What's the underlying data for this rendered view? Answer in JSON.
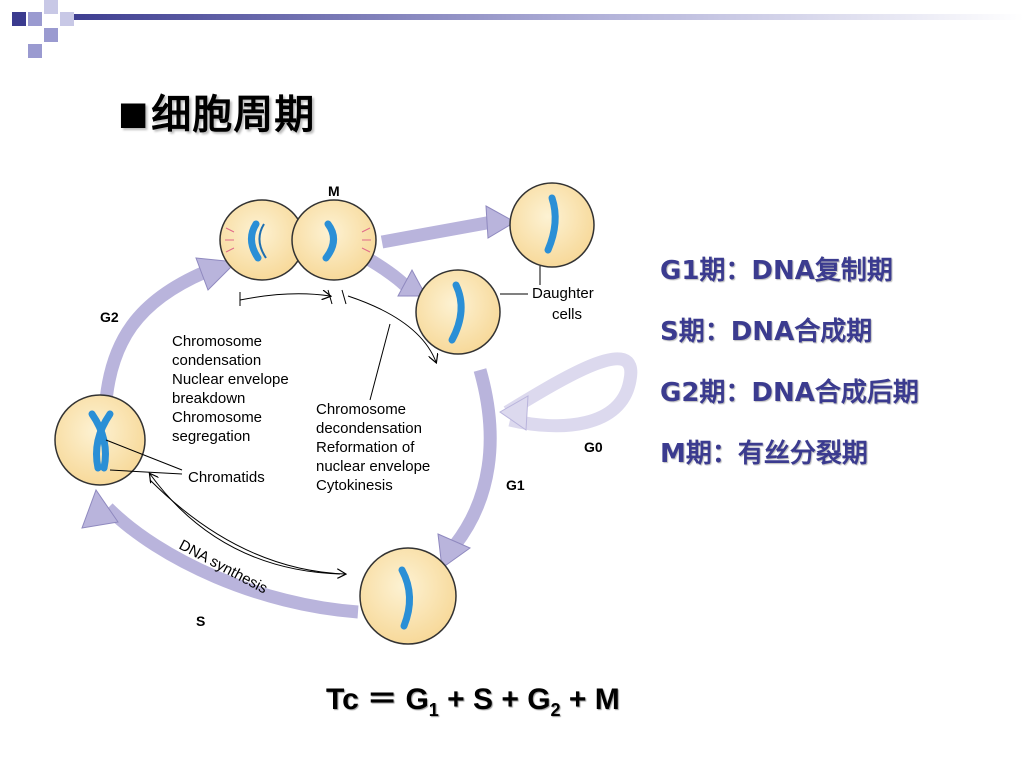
{
  "slide": {
    "title": "细胞周期",
    "bullet": "■"
  },
  "diagram": {
    "labels": {
      "m": "M",
      "g2": "G2",
      "g1": "G1",
      "g0": "G0",
      "s": "S",
      "daughter1": "Daughter",
      "daughter2": "cells",
      "chromatids": "Chromatids",
      "dna_synthesis": "DNA synthesis",
      "mitosis_events": [
        "Chromosome",
        "condensation",
        "Nuclear envelope",
        "breakdown",
        "Chromosome",
        "segregation"
      ],
      "telophase_events": [
        "Chromosome",
        "decondensation",
        "Reformation of",
        "nuclear envelope",
        "Cytokinesis"
      ]
    }
  },
  "phases": [
    "G1期：DNA复制期",
    "S期：DNA合成期",
    "G2期：DNA合成后期",
    "M期：有丝分裂期"
  ],
  "formula": {
    "prefix": "Tc ＝ G",
    "sub1": "1",
    "mid1": " + S + G",
    "sub2": "2",
    "tail": " + M"
  },
  "colors": {
    "arrow": "#b9b4dc",
    "cell_fill": "#fbe5b4",
    "chromosome": "#2a8fd6",
    "phase_text": "#3b3b8f"
  }
}
